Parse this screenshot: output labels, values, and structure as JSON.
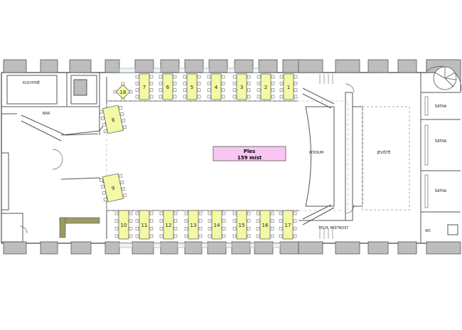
{
  "rooms": {
    "kitchen": "KUCHYNĚ",
    "bar": "BAR",
    "podium": "PÓDIUM",
    "stage": "JEVIŠTĚ",
    "cloak1": "ŠATNA",
    "cloak2": "ŠATNA",
    "cloak3": "ŠATNA",
    "tech": "TECH. MÍSTNOST",
    "wc": "WC"
  },
  "event": {
    "title": "Ples",
    "capacity": "159 míst",
    "color": "#f9c6f3"
  },
  "colors": {
    "table": "#f3f9a4",
    "wall": "#bdbdbd",
    "bar_counter": "#9b9b63"
  },
  "tables": {
    "t1": "1",
    "t2": "2",
    "t3": "3",
    "t4": "4",
    "t5": "5",
    "t6": "6",
    "t7": "7",
    "t8": "8",
    "t9": "9",
    "t10": "10",
    "t11": "11",
    "t12": "12",
    "t13": "13",
    "t14": "14",
    "t15": "15",
    "t16": "16",
    "t17": "17",
    "t18": "18"
  }
}
